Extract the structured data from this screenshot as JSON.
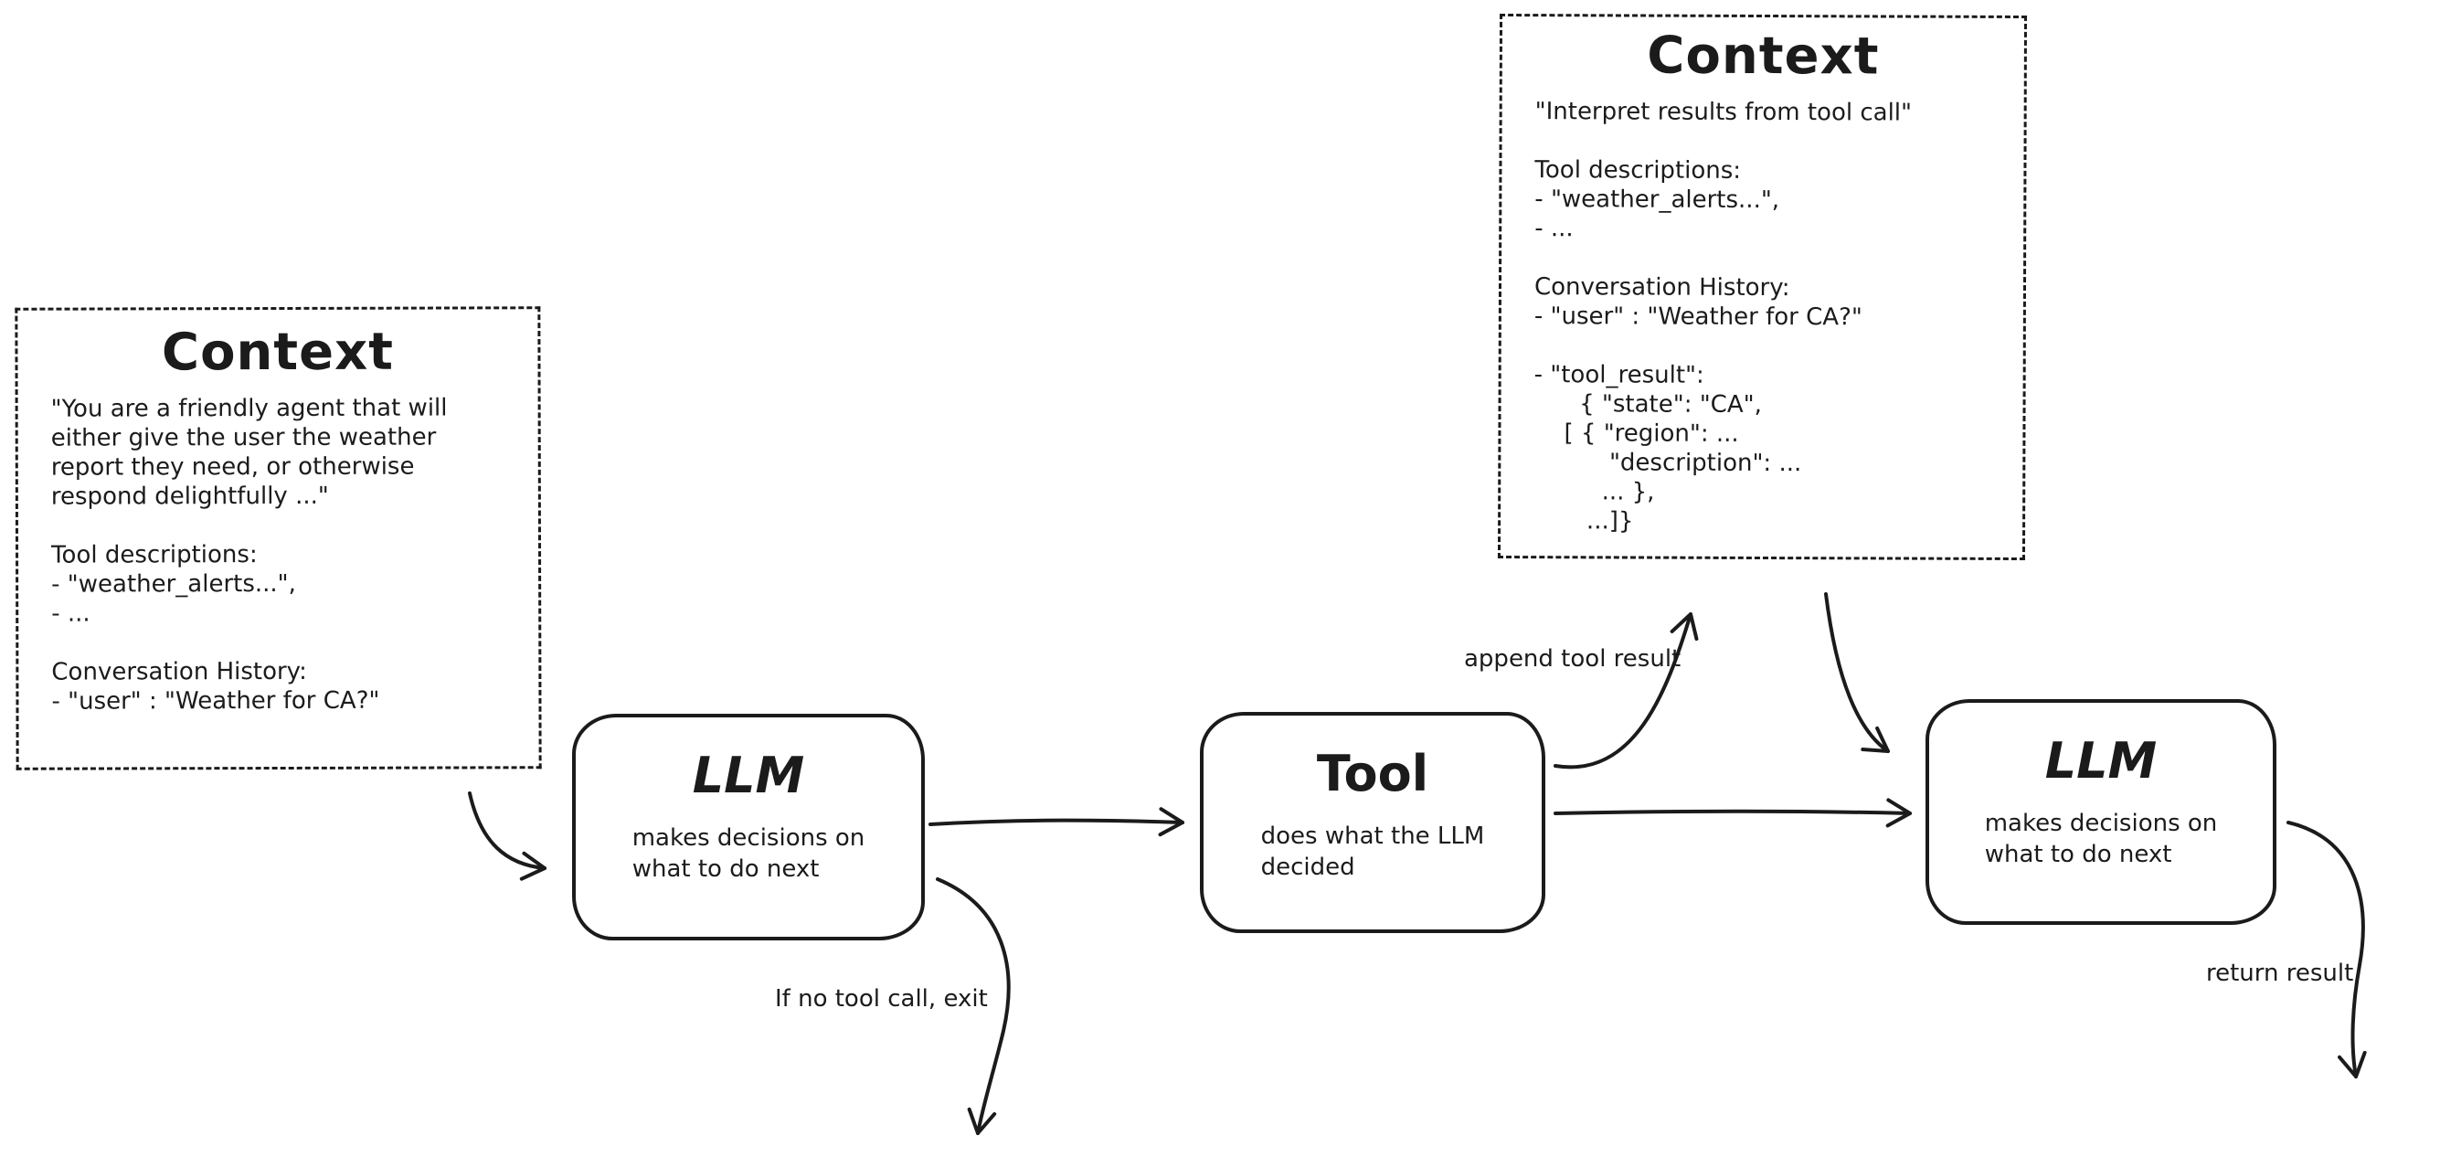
{
  "colors": {
    "ink": "#1b1b1b",
    "background": "#ffffff"
  },
  "context_left": {
    "title": "Context",
    "body": "\"You are a friendly agent that will\neither give the user the weather\nreport they need, or otherwise\nrespond delightfully ...\"\n\nTool descriptions:\n- \"weather_alerts...\",\n- ...\n\nConversation History:\n- \"user\" : \"Weather for CA?\""
  },
  "context_top": {
    "title": "Context",
    "body": "\"Interpret results from tool call\"\n\nTool descriptions:\n- \"weather_alerts...\",\n- ...\n\nConversation History:\n- \"user\" : \"Weather for CA?\"\n\n- \"tool_result\":\n      { \"state\": \"CA\",\n    [ { \"region\": ...\n          \"description\": ...\n         ... },\n       ...]}"
  },
  "nodes": {
    "llm1": {
      "title": "LLM",
      "subtitle": "makes decisions on\nwhat to do next"
    },
    "tool": {
      "title": "Tool",
      "subtitle": "does what the LLM\ndecided"
    },
    "llm2": {
      "title": "LLM",
      "subtitle": "makes decisions on\nwhat to do next"
    }
  },
  "labels": {
    "append_tool_result": "append tool result",
    "no_tool_exit": "If no tool call, exit",
    "return_result": "return result"
  }
}
